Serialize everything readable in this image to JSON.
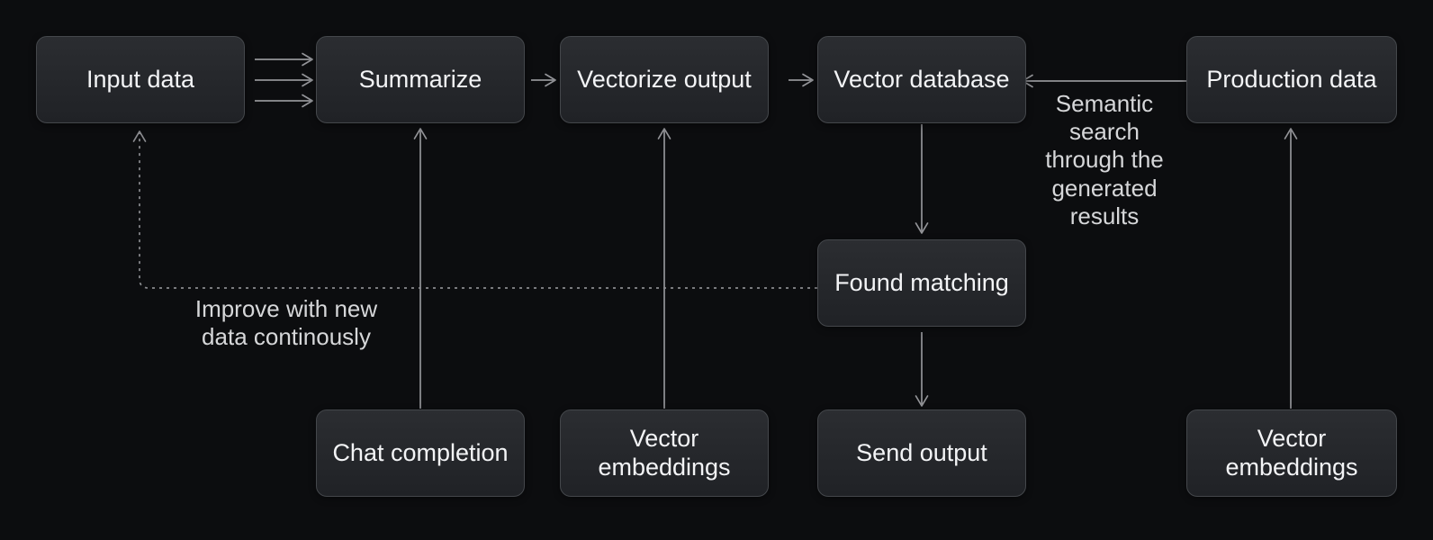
{
  "diagram": {
    "nodes": {
      "input_data": {
        "label": "Input data"
      },
      "summarize": {
        "label": "Summarize"
      },
      "vectorize_output": {
        "label": "Vectorize output"
      },
      "vector_database": {
        "label": "Vector database"
      },
      "production_data": {
        "label": "Production data"
      },
      "found_matching": {
        "label": "Found matching"
      },
      "chat_completion": {
        "label": "Chat completion"
      },
      "vector_embeddings_left": {
        "label": "Vector embeddings"
      },
      "send_output": {
        "label": "Send output"
      },
      "vector_embeddings_right": {
        "label": "Vector embeddings"
      }
    },
    "annotations": {
      "semantic_search": "Semantic search through the generated results",
      "improve_loop": "Improve with new data continously"
    },
    "colors": {
      "background": "#0c0d0f",
      "node_fill_top": "#2b2d31",
      "node_fill_bottom": "#202226",
      "node_border": "#44474b",
      "node_text": "#f3f4f6",
      "annotation_text": "#d6d7d9",
      "arrow": "#939498",
      "dashed_arrow": "#8a8b8f"
    }
  }
}
